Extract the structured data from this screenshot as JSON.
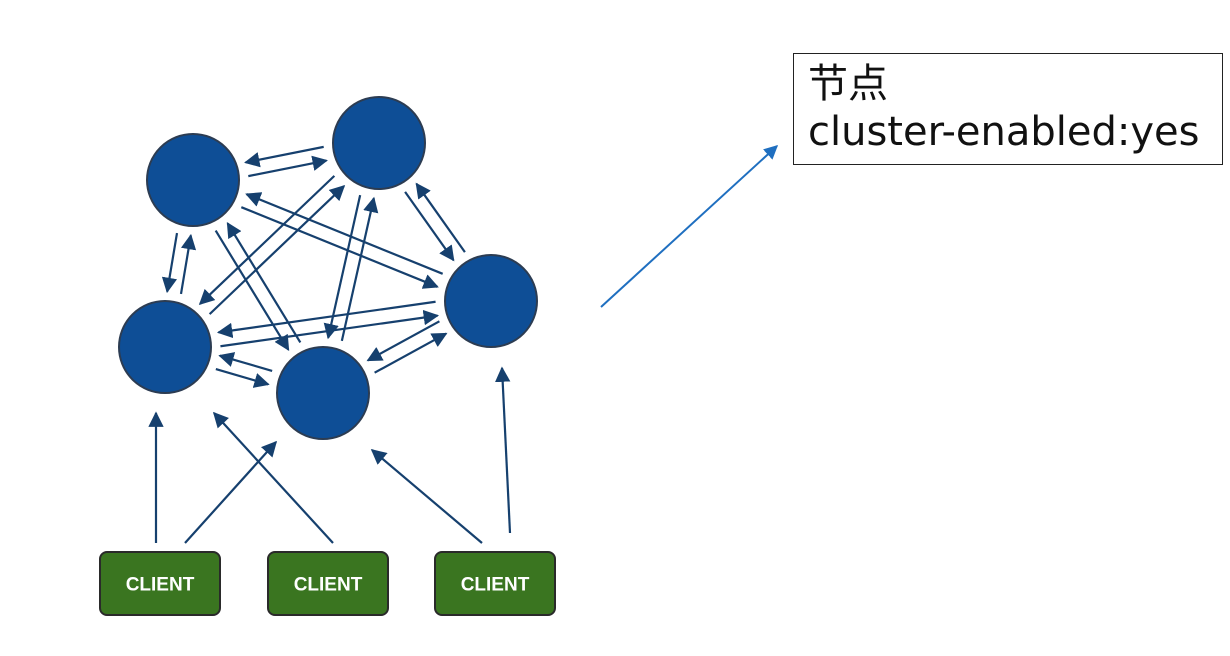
{
  "callout": {
    "lines": [
      "节点",
      "cluster-enabled:yes"
    ]
  },
  "clients": [
    {
      "label": "CLIENT"
    },
    {
      "label": "CLIENT"
    },
    {
      "label": "CLIENT"
    }
  ],
  "colors": {
    "node_fill": "#0e4e96",
    "node_stroke": "#2c3c52",
    "edge": "#16406e",
    "client_fill": "#3a7520",
    "client_stroke": "#2a2a2a",
    "client_text": "#ffffff",
    "pointer": "#1f6fc0"
  }
}
